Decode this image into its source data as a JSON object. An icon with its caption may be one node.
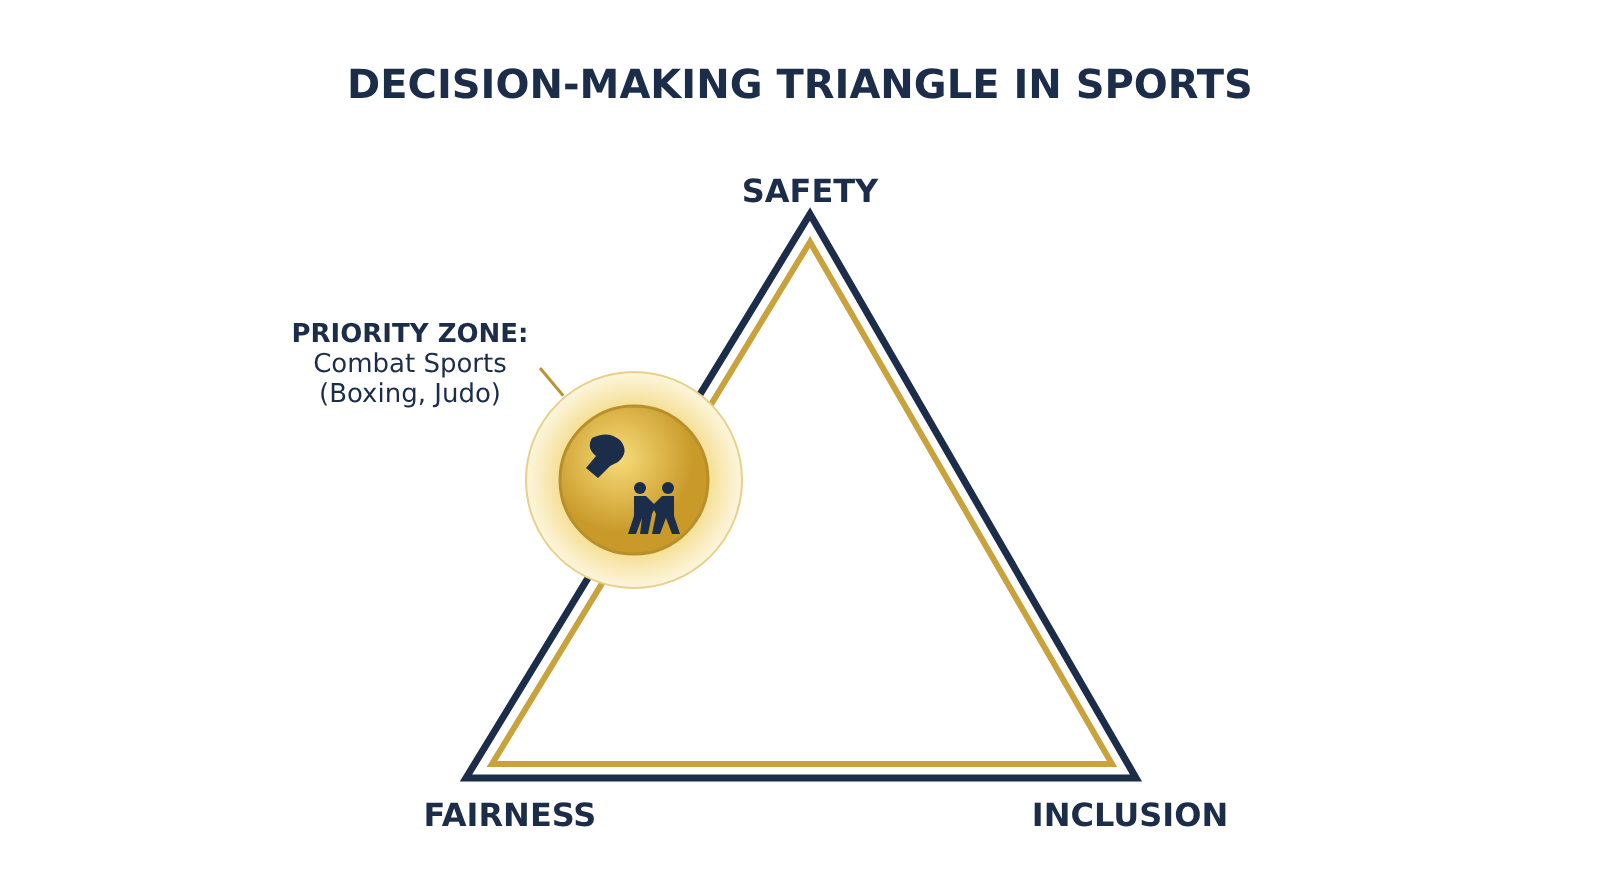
{
  "diagram": {
    "title": "DECISION-MAKING TRIANGLE IN SPORTS",
    "nodes": [
      {
        "text": [
          "PRIORITY ZONE:",
          "Combat Sports (Boxing, Judo)"
        ]
      },
      {
        "text": [],
        "shape": "circle"
      }
    ],
    "edges": [
      {
        "from": 0,
        "to": 1,
        "arrow": "none"
      }
    ],
    "labels": [
      "SAFETY",
      "FAIRNESS",
      "INCLUSION"
    ]
  }
}
